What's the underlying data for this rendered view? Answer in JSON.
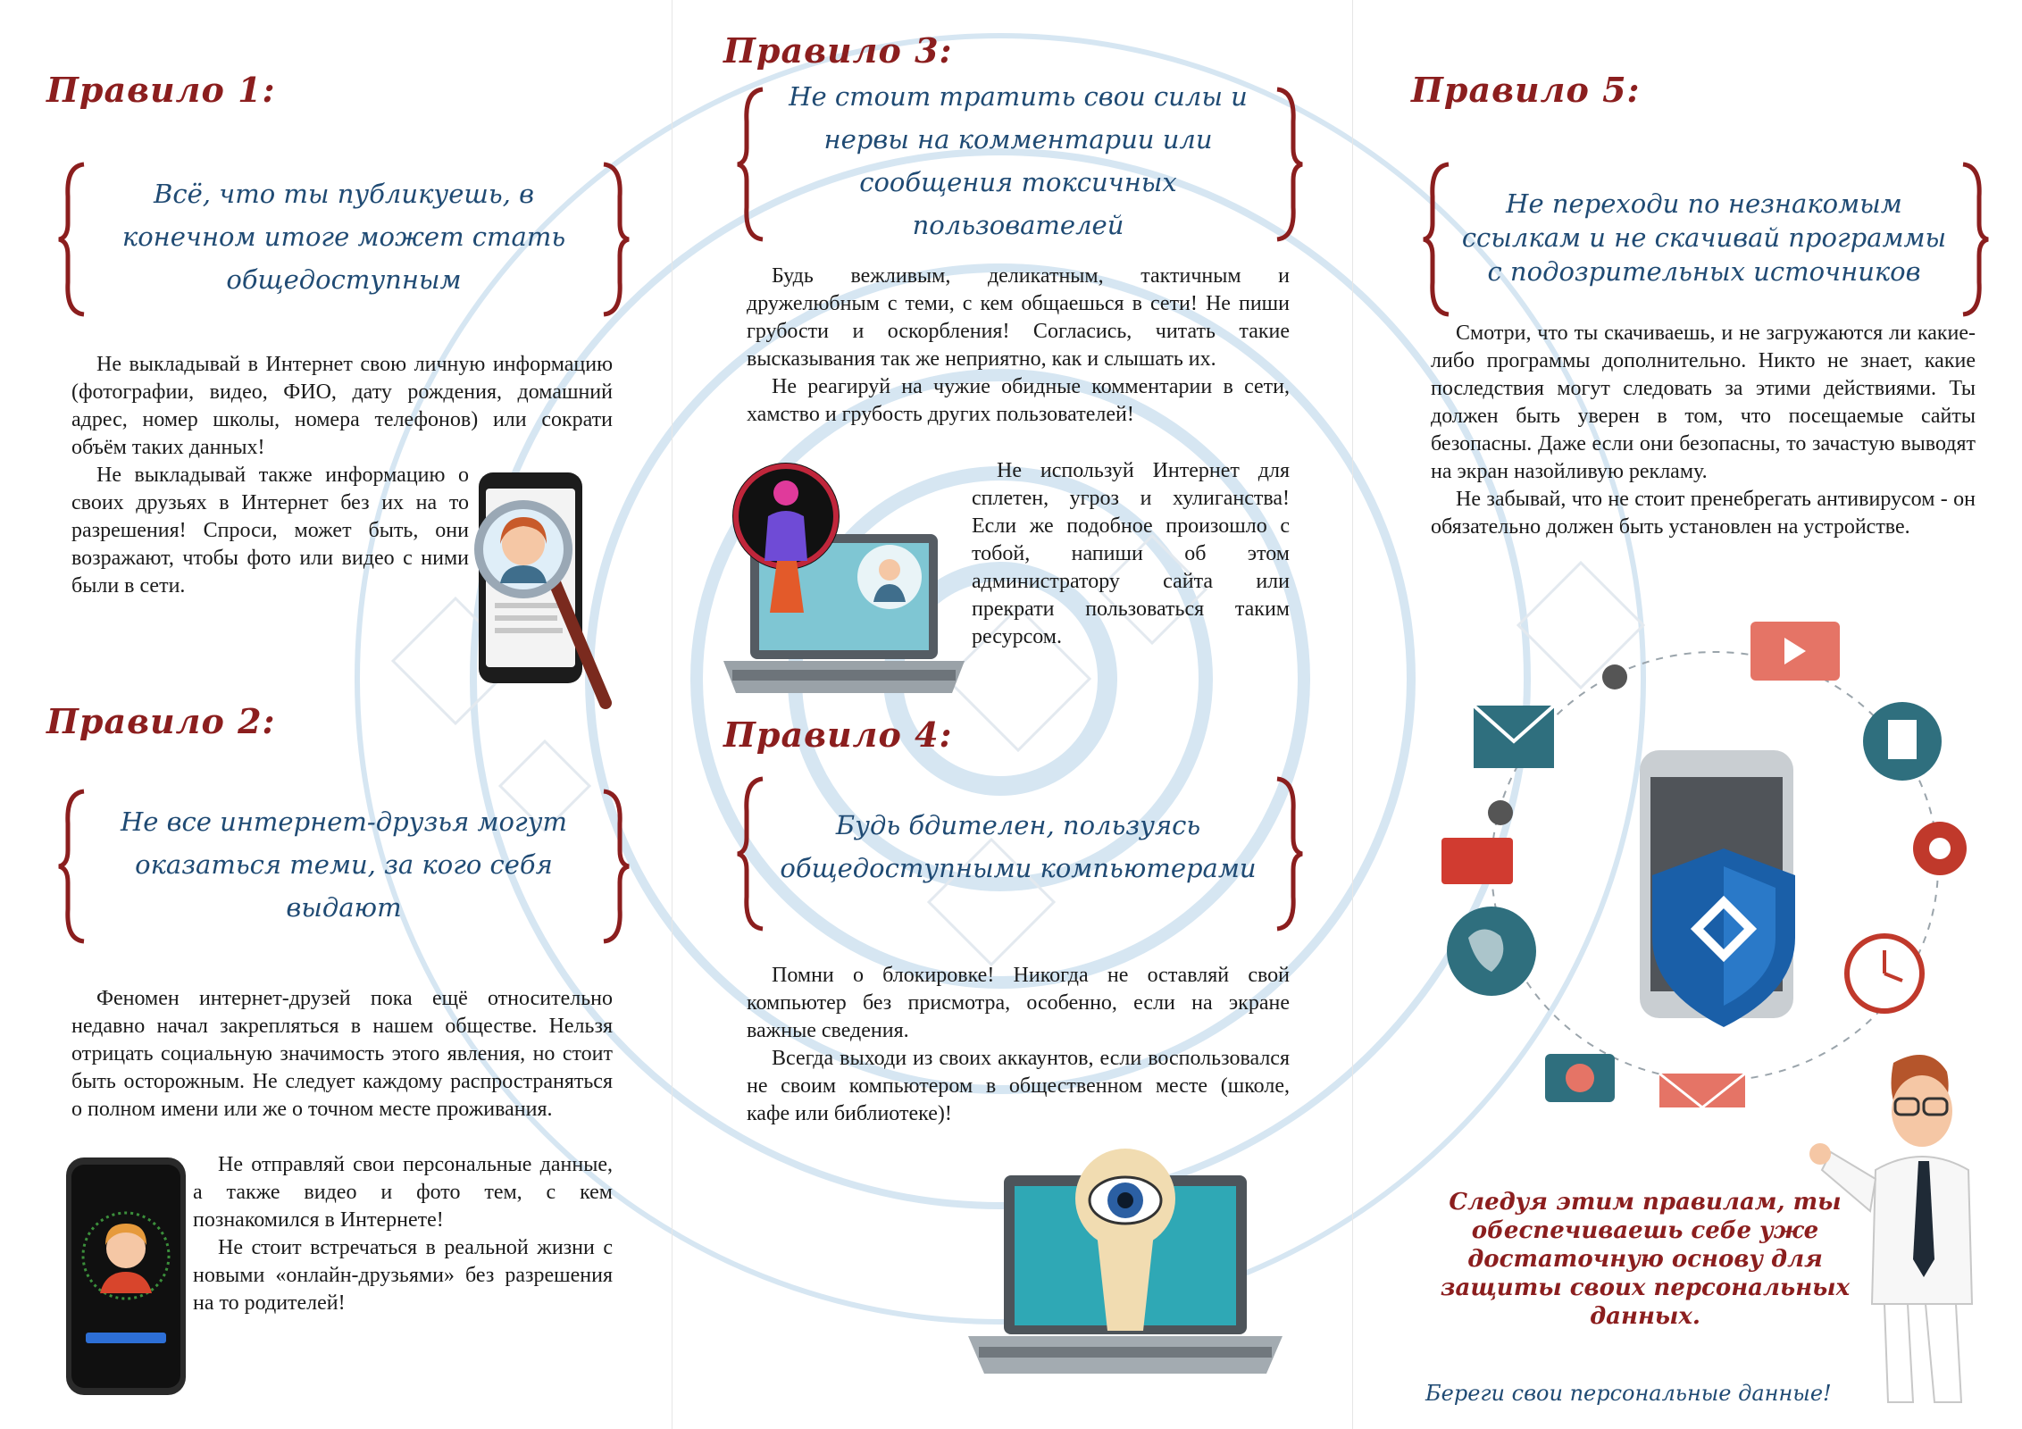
{
  "rules": [
    {
      "title": "Правило 1:",
      "callout": "Всё, что ты публикуешь, в конечном итоге может стать общедоступным",
      "paragraphs": [
        "Не выкладывай в Интернет свою личную информацию (фотографии, видео, ФИО, дату рождения, домашний адрес, номер школы, номера телефонов) или сократи объём таких данных!",
        "Не выкладывай также информацию о своих друзьях в Интернет без их на то разрешения! Спроси, может быть, они возражают, чтобы фото или видео с ними были в сети."
      ]
    },
    {
      "title": "Правило 2:",
      "callout": "Не все интернет-друзья могут оказаться теми, за кого себя выдают",
      "paragraphs": [
        "Феномен интернет-друзей пока ещё относительно недавно начал закрепляться в нашем обществе. Нельзя отрицать социальную значимость этого явления, но стоит быть осторожным. Не следует каждому распространяться о полном имени или же о точном месте проживания.",
        "Не отправляй свои персональные данные, а также видео и фото тем, с кем познакомился в Интернете!",
        "Не стоит встречаться в реальной жизни с новыми «онлайн-друзьями» без разрешения на то родителей!"
      ]
    },
    {
      "title": "Правило 3:",
      "callout": "Не стоит тратить свои силы и нервы на комментарии или сообщения токсичных пользователей",
      "paragraphs": [
        "Будь вежливым, деликатным, тактичным и дружелюбным с теми, с кем общаешься в сети! Не пиши грубости и оскорбления! Согласись, читать такие высказывания так же неприятно, как и слышать их.",
        "Не реагируй на чужие обидные комментарии в сети, хамство и грубость других пользователей!",
        "Не используй Интернет для сплетен, угроз и хулиганства! Если же подобное произошло с тобой, напиши об этом администратору сайта или прекрати пользоваться таким ресурсом."
      ]
    },
    {
      "title": "Правило 4:",
      "callout": "Будь бдителен, пользуясь общедоступными компьютерами",
      "paragraphs": [
        "Помни о блокировке! Никогда не оставляй свой компьютер без присмотра, особенно, если на экране важные сведения.",
        "Всегда выходи из своих аккаунтов, если воспользовался не своим компьютером в общественном месте (школе, кафе или библиотеке)!"
      ]
    },
    {
      "title": "Правило 5:",
      "callout": "Не переходи по незнакомым ссылкам и не скачивай программы с подозрительных источников",
      "paragraphs": [
        "Смотри, что ты скачиваешь, и не загружаются ли какие-либо программы дополнительно. Никто не знает, какие последствия могут следовать за этими действиями. Ты должен быть уверен в том, что посещаемые сайты безопасны. Даже если они безопасны, то зачастую выводят на экран назойливую рекламу.",
        "Не забывай, что не стоит пренебрегать антивирусом - он обязательно должен быть установлен на устройстве."
      ]
    }
  ],
  "closing": "Следуя этим правилам, ты обеспечиваешь себе уже достаточную основу для защиты своих персональных данных.",
  "footer": "Береги свои персональные данные!",
  "colors": {
    "title_red": "#8b1e1e",
    "callout_blue": "#1f4a73",
    "accent_teal": "#2f6f7e",
    "ring_blue": "#cfe0ee"
  },
  "icons": [
    "magnifier-phone-icon",
    "face-id-phone-icon",
    "laptop-video-chat-icon",
    "keyhole-eye-laptop-icon",
    "shield-phone-icon",
    "businessman-icon"
  ]
}
